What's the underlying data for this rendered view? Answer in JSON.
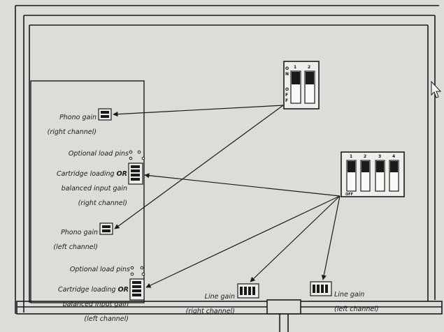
{
  "labels": {
    "phono_gain_right": {
      "main": "Phono gain",
      "sub": "(right channel)"
    },
    "optional_load_pins_top": "Optional load pins",
    "cartridge_loading_right": {
      "line1_a": "Cartridge loading ",
      "line1_b": "OR",
      "line2": "balanced input gain",
      "line3": "(right channel)"
    },
    "phono_gain_left": {
      "main": "Phono gain",
      "sub": "(left channel)"
    },
    "optional_load_pins_bottom": "Optional load pins",
    "cartridge_loading_left": {
      "line1_a": "Cartridge loading ",
      "line1_b": "OR",
      "line2": "balanced input gain",
      "line3": "(left channel)"
    },
    "line_gain_right": {
      "main": "Line gain",
      "sub": "(right channel)"
    },
    "line_gain_left": {
      "main": "Line gain",
      "sub": "(left channel)"
    }
  },
  "switch_2pos": {
    "on_letters": [
      "O",
      "N"
    ],
    "off_letters": [
      "O",
      "F",
      "F"
    ],
    "numbers": [
      "1",
      "2"
    ]
  },
  "switch_4pos": {
    "numbers": [
      "1",
      "2",
      "3",
      "4"
    ],
    "off_label": "OFF"
  },
  "colors": {
    "background": "#dcdcd8",
    "line": "#1a1a1a"
  }
}
